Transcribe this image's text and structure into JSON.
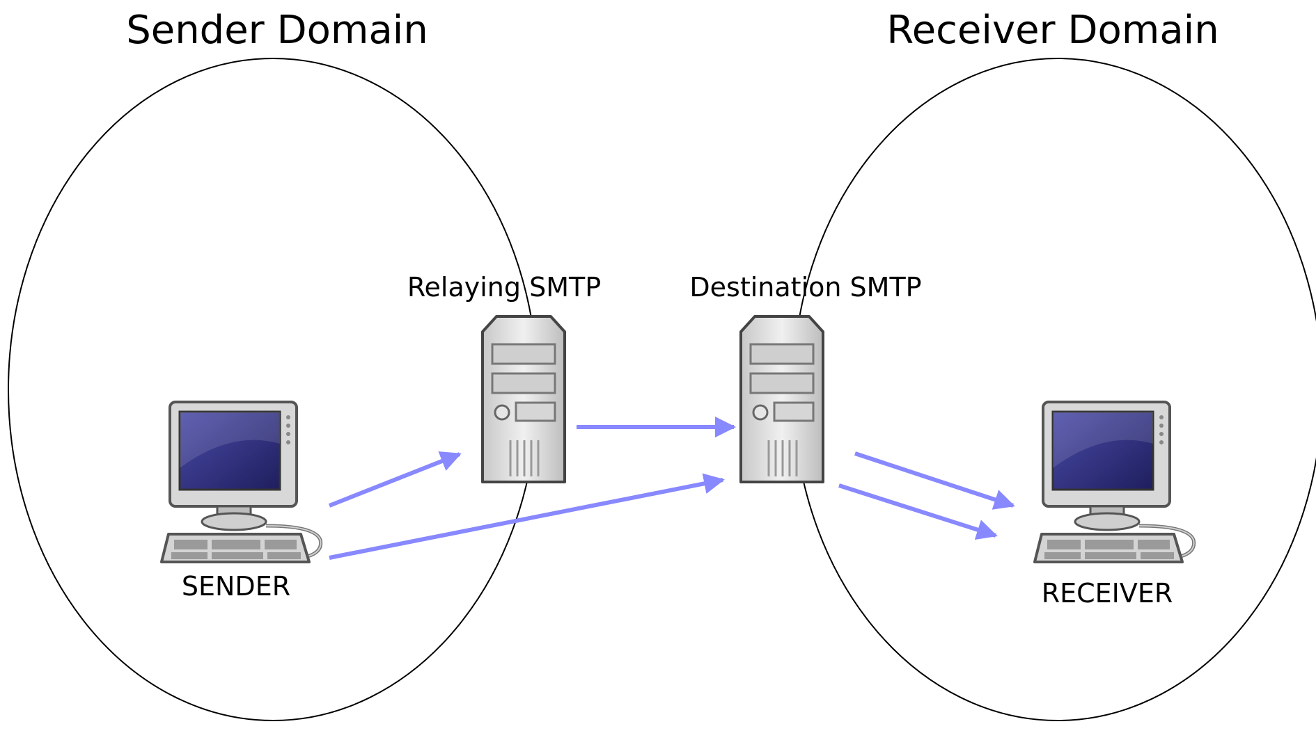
{
  "domains": {
    "sender": {
      "title": "Sender Domain"
    },
    "receiver": {
      "title": "Receiver Domain"
    }
  },
  "servers": {
    "relaying": {
      "label": "Relaying SMTP"
    },
    "destination": {
      "label": "Destination SMTP"
    }
  },
  "hosts": {
    "sender": {
      "label": "SENDER"
    },
    "receiver": {
      "label": "RECEIVER"
    }
  },
  "colors": {
    "arrow": "#8888ff",
    "outline": "#000000",
    "screen": "#2a2a7a",
    "case": "#d9d9d9"
  }
}
